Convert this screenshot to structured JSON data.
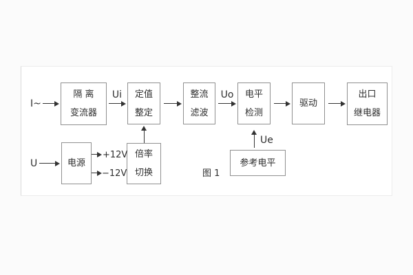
{
  "figure": {
    "caption": "图 1",
    "inputs": {
      "current": "I~",
      "voltage": "U"
    },
    "signals": {
      "ui": "Ui",
      "uo": "Uo",
      "ue": "Ue",
      "plus_rail": "+12V",
      "minus_rail": "−12V"
    },
    "blocks": {
      "isolation_transformer": {
        "line1": "隔 离",
        "line2": "变流器"
      },
      "setpoint_adjustment": {
        "line1": "定值",
        "line2": "整定"
      },
      "rectify_filter": {
        "line1": "整流",
        "line2": "滤波"
      },
      "level_detection": {
        "line1": "电平",
        "line2": "检测"
      },
      "drive": {
        "line1": "驱动"
      },
      "output_relay": {
        "line1": "出口",
        "line2": "继电器"
      },
      "power_supply": {
        "line1": "电源"
      },
      "ratio_switch": {
        "line1": "倍率",
        "line2": "切换"
      },
      "reference_level": {
        "line1": "参考电平"
      }
    },
    "colors": {
      "background": "#ffffff",
      "box_border": "#8f8f8f",
      "line": "#333333",
      "text": "#2e2e2e"
    }
  }
}
